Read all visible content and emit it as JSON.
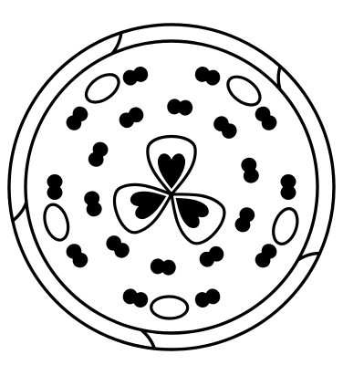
{
  "figure": {
    "type": "floral-diagram",
    "ink_color": "#000000",
    "paper_color": "#ffffff",
    "whorls": [
      {
        "name": "outer-sepals",
        "count": 5,
        "shape": "crescent"
      },
      {
        "name": "petal-ovals",
        "count": 5,
        "shape": "open-ellipse"
      },
      {
        "name": "outer-stamens",
        "count": 10,
        "shape": "paired-anther"
      },
      {
        "name": "inner-stamens",
        "count": 10,
        "shape": "paired-anther"
      },
      {
        "name": "carpels",
        "count": 3,
        "shape": "teardrop-with-seed"
      }
    ]
  }
}
